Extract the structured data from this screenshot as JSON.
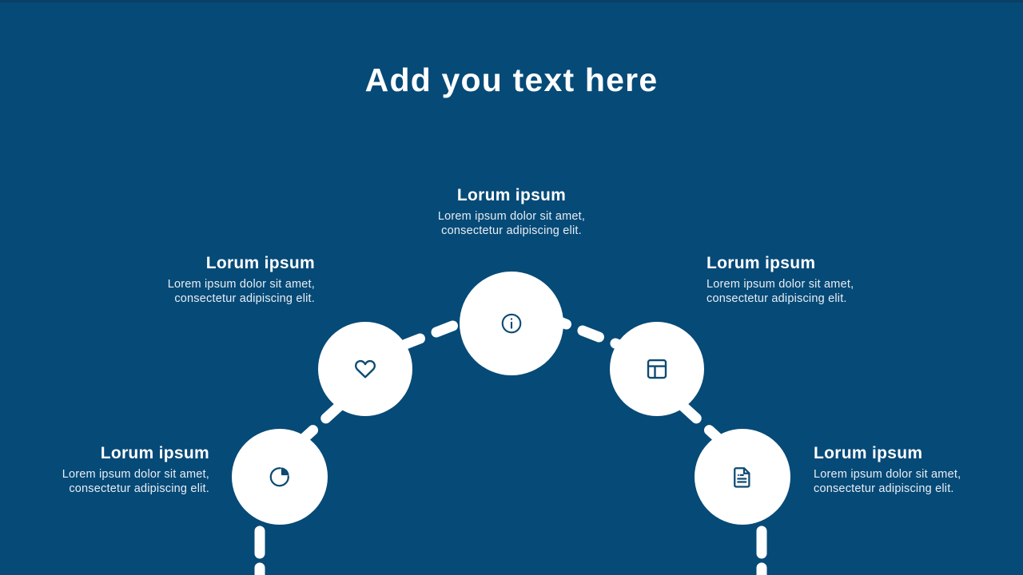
{
  "slide": {
    "title": "Add you text here",
    "background_color": "#064a77",
    "node_fill_color": "#ffffff",
    "icon_color": "#0d4a72",
    "text_color": "#ffffff"
  },
  "items": [
    {
      "id": "center",
      "icon": "info-icon",
      "title": "Lorum ipsum",
      "body": "Lorem ipsum dolor sit amet, consectetur adipiscing elit."
    },
    {
      "id": "left-upper",
      "icon": "heart-icon",
      "title": "Lorum ipsum",
      "body": "Lorem ipsum dolor sit amet, consectetur adipiscing elit."
    },
    {
      "id": "right-upper",
      "icon": "layout-icon",
      "title": "Lorum ipsum",
      "body": "Lorem ipsum dolor sit amet, consectetur adipiscing elit."
    },
    {
      "id": "left-lower",
      "icon": "pie-chart-icon",
      "title": "Lorum ipsum",
      "body": "Lorem ipsum dolor sit amet, consectetur adipiscing elit."
    },
    {
      "id": "right-lower",
      "icon": "document-icon",
      "title": "Lorum ipsum",
      "body": "Lorem ipsum dolor sit amet, consectetur adipiscing elit."
    }
  ]
}
